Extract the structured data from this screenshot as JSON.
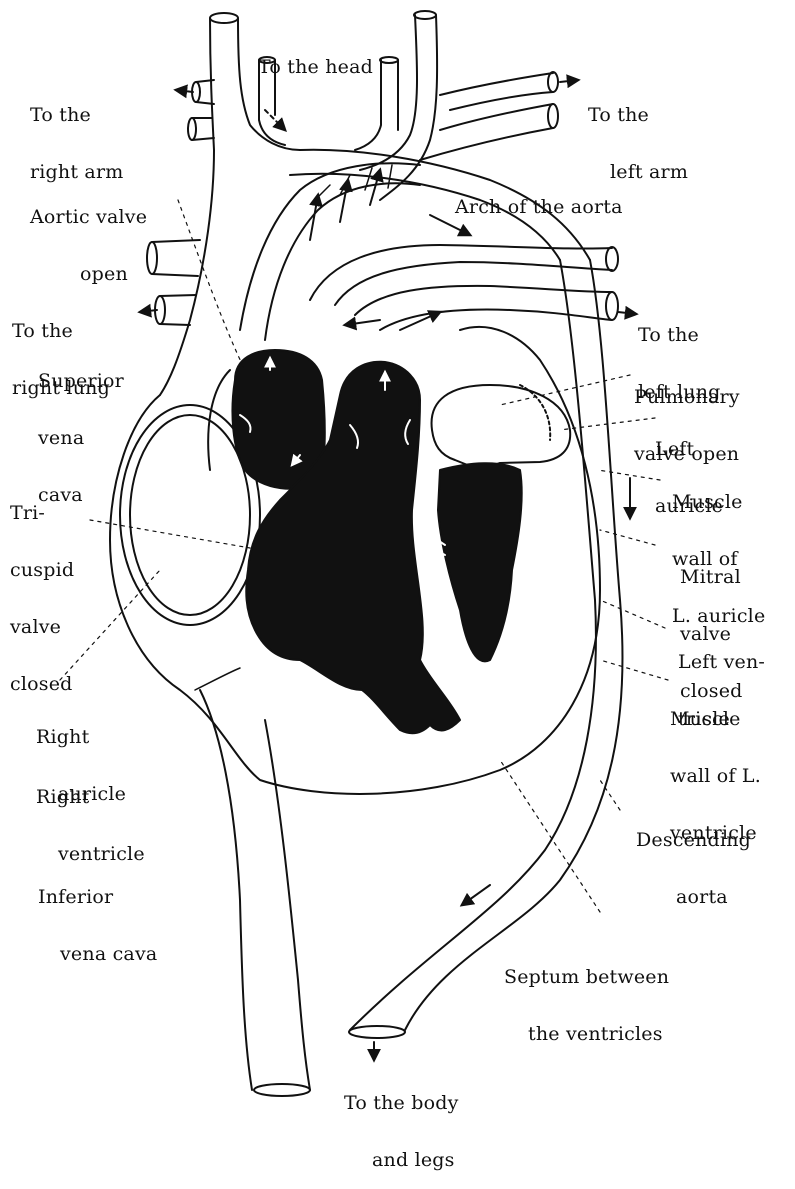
{
  "labels": {
    "to_head": "To the head",
    "to_right_arm": [
      "To the",
      "right arm"
    ],
    "to_left_arm": [
      "To the",
      "left arm"
    ],
    "aortic_valve": [
      "Aortic valve",
      "open"
    ],
    "arch_aorta": "Arch of the aorta",
    "to_right_lung": [
      "To the",
      "right lung"
    ],
    "to_left_lung": [
      "To the",
      "left lung"
    ],
    "superior_vena_cava": [
      "Superior",
      "vena",
      "cava"
    ],
    "pulmonary_valve": [
      "Pulmonary",
      "valve open"
    ],
    "left_auricle": [
      "Left",
      "auricle"
    ],
    "muscle_wall_l_auricle": [
      "Muscle",
      "wall of",
      "L. auricle"
    ],
    "tricuspid_valve": [
      "Tri-",
      "cuspid",
      "valve",
      "closed"
    ],
    "mitral_valve": [
      "Mitral",
      "valve",
      "closed"
    ],
    "left_ventricle": [
      "Left ven-",
      "tricle"
    ],
    "muscle_wall_l_ventricle": [
      "Muscle",
      "wall of L.",
      "ventricle"
    ],
    "right_auricle": [
      "Right",
      "auricle"
    ],
    "right_ventricle": [
      "Right",
      "ventricle"
    ],
    "descending_aorta": [
      "Descending",
      "aorta"
    ],
    "inferior_vena_cava": [
      "Inferior",
      "vena cava"
    ],
    "septum": [
      "Septum between",
      "the ventricles"
    ],
    "to_body_legs": [
      "To the body",
      "and legs"
    ]
  },
  "colors": {
    "ink": "#111111",
    "paper": "#ffffff"
  }
}
